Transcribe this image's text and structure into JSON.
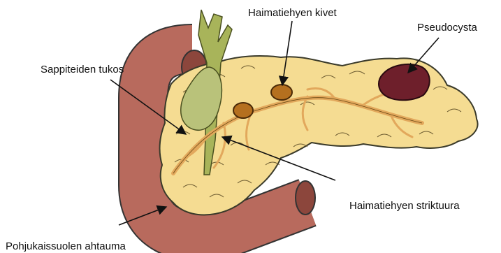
{
  "labels": {
    "pancreatic_stones": "Haimatiehyen kivet",
    "pseudocyst": "Pseudocysta",
    "bile_duct_obstruction": "Sappiteiden tukos",
    "duct_stricture": "Haimatiehyen striktuura",
    "duodenal_stenosis": "Pohjukaissuolen ahtauma"
  },
  "colors": {
    "pancreas_fill": "#f5dc92",
    "pancreas_outline": "#3a3a2a",
    "duodenum_fill": "#b86a5d",
    "gallbladder_fill": "#b9c27a",
    "bile_duct_fill": "#a8b45a",
    "stone_fill": "#b5701f",
    "pseudocyst_fill": "#6e1f2b",
    "duct_fill": "#e2a85c"
  }
}
